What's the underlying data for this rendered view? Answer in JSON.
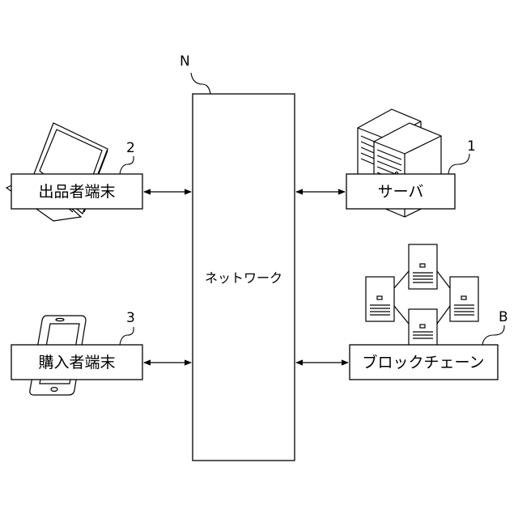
{
  "network": {
    "label": "ネットワーク",
    "ref": "N"
  },
  "nodes": {
    "seller": {
      "label": "出品者端末",
      "ref": "2"
    },
    "buyer": {
      "label": "購入者端末",
      "ref": "3"
    },
    "server": {
      "label": "サーバ",
      "ref": "1"
    },
    "blockchain": {
      "label": "ブロックチェーン",
      "ref": "B"
    }
  }
}
